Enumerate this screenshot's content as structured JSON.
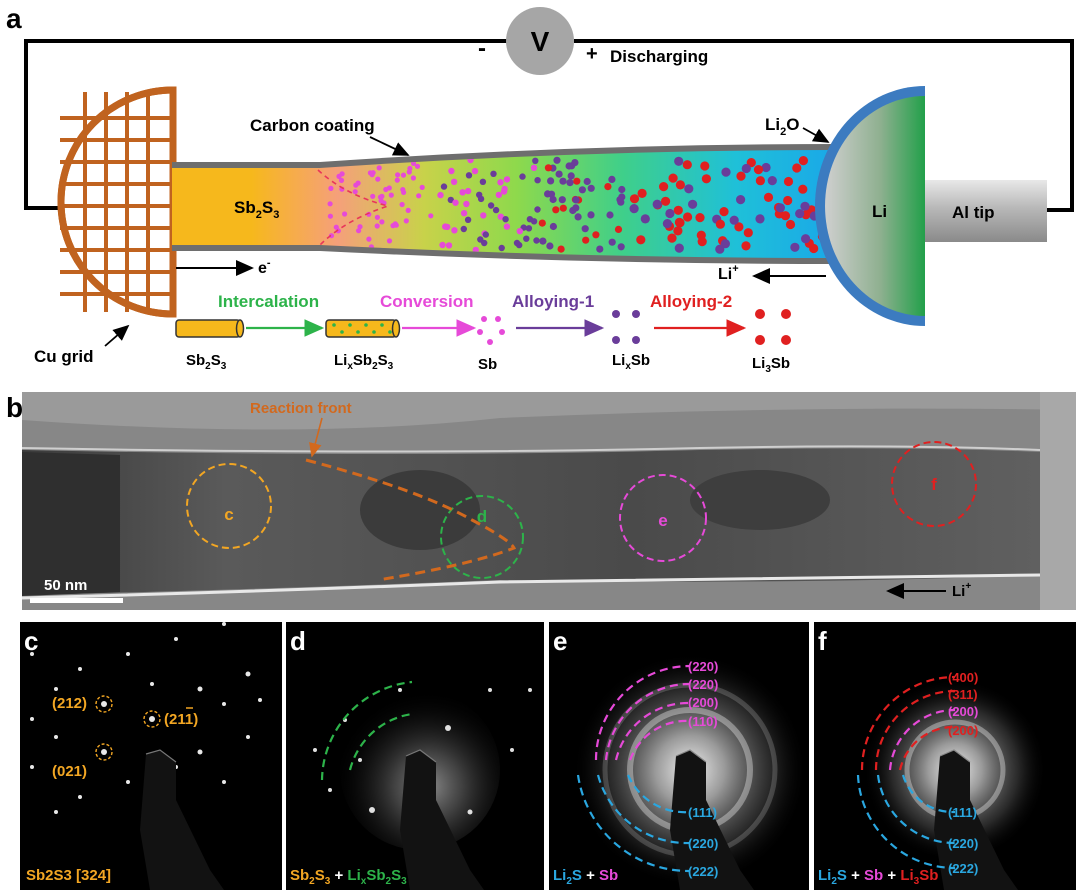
{
  "panel_a": {
    "label": "a",
    "voltmeter": "V",
    "minus": "-",
    "plus": "+",
    "discharging": "Discharging",
    "carbon_coating": "Carbon coating",
    "li2o": "Li2O",
    "li2o_main": "Li",
    "li2o_sub": "2",
    "li2o_end": "O",
    "li_label": "Li",
    "al_tip": "Al tip",
    "sb2s3_main": "Sb",
    "sb2s3_sub1": "2",
    "sb2s3_mid": "S",
    "sb2s3_sub2": "3",
    "electron": "e",
    "electron_sup": "-",
    "li_ion": "Li",
    "li_ion_sup": "+",
    "cu_grid": "Cu grid",
    "stages": {
      "intercalation": "Intercalation",
      "conversion": "Conversion",
      "alloying1": "Alloying-1",
      "alloying2": "Alloying-2"
    },
    "stage_colors": {
      "intercalation": "#2db34a",
      "conversion": "#e64ad8",
      "alloying1": "#6a3d9a",
      "alloying2": "#e02020"
    },
    "products": {
      "p1": "Sb2S3",
      "p2": "LixSb2S3",
      "p3": "Sb",
      "p4": "LixSb",
      "p5": "Li3Sb"
    }
  },
  "panel_b": {
    "label": "b",
    "reaction_front": "Reaction front",
    "scale_bar": "50 nm",
    "circle_c": "c",
    "circle_d": "d",
    "circle_e": "e",
    "circle_f": "f",
    "li_ion": "Li",
    "li_ion_sup": "+"
  },
  "panel_c": {
    "label": "c",
    "planes": [
      "(212)",
      "(211)",
      "(021)"
    ],
    "caption": "Sb2S3 [324]"
  },
  "panel_d": {
    "label": "d",
    "caption_a": "Sb2S3",
    "caption_plus": "+",
    "caption_b": "LixSb2S3"
  },
  "panel_e": {
    "label": "e",
    "magenta_planes": [
      "(220)",
      "(220)",
      "(200)",
      "(110)"
    ],
    "blue_planes": [
      "(111)",
      "(220)",
      "(222)"
    ],
    "caption_a": "Li2S",
    "caption_plus": "+",
    "caption_b": "Sb"
  },
  "panel_f": {
    "label": "f",
    "red_planes": [
      "(400)",
      "(311)",
      "(200)"
    ],
    "magenta_planes": [
      "(200)"
    ],
    "blue_planes": [
      "(111)",
      "(220)",
      "(222)"
    ],
    "caption_a": "Li2S",
    "caption_plus1": "+",
    "caption_b": "Sb",
    "caption_plus2": "+",
    "caption_c": "Li3Sb"
  },
  "colors": {
    "copper": "#c0631f",
    "sb2s3": "#f6b81c",
    "li_blue": "#3c7bc0",
    "li_green": "#2aa84a",
    "label_orange": "#f2a623",
    "label_green": "#2db34a",
    "label_magenta": "#e64ad8",
    "label_red": "#e02020",
    "label_blue": "#2aa7e0"
  }
}
